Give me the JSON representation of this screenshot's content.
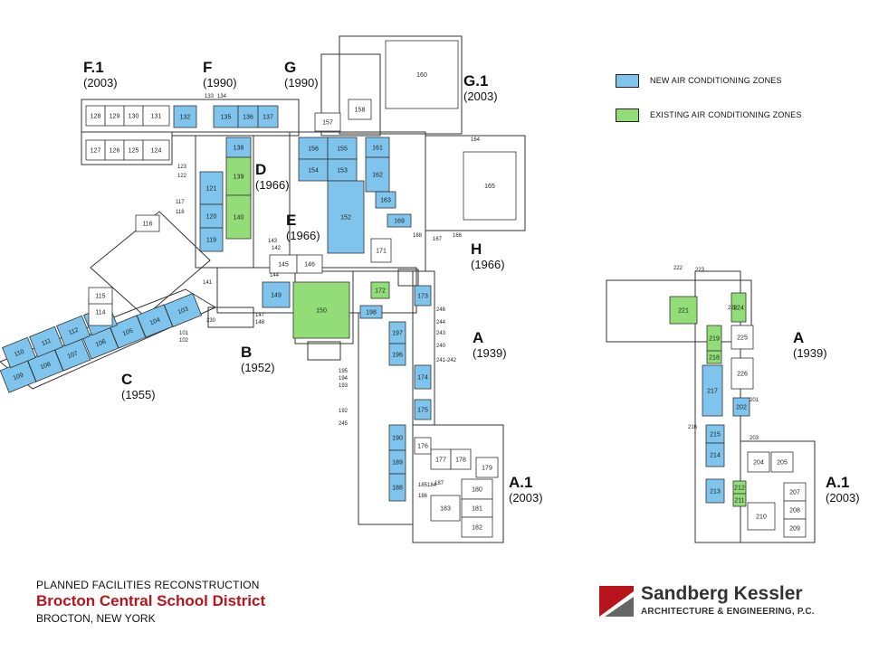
{
  "colors": {
    "new_zone": "#7fc4ec",
    "existing_zone": "#93dd78",
    "accent": "#b8141b"
  },
  "legend": {
    "new_label": "NEW AIR CONDITIONING ZONES",
    "existing_label": "EXISTING AIR CONDITIONING ZONES"
  },
  "wings": [
    {
      "letter": "F.1",
      "year": "(2003)"
    },
    {
      "letter": "F",
      "year": "(1990)"
    },
    {
      "letter": "G",
      "year": "(1990)"
    },
    {
      "letter": "G.1",
      "year": "(2003)"
    },
    {
      "letter": "D",
      "year": "(1966)"
    },
    {
      "letter": "E",
      "year": "(1966)"
    },
    {
      "letter": "H",
      "year": "(1966)"
    },
    {
      "letter": "A",
      "year": "(1939)"
    },
    {
      "letter": "B",
      "year": "(1952)"
    },
    {
      "letter": "C",
      "year": "(1955)"
    },
    {
      "letter": "A.1",
      "year": "(2003)"
    },
    {
      "letter": "A",
      "year": "(1939)"
    },
    {
      "letter": "A.1",
      "year": "(2003)"
    }
  ],
  "footer": {
    "line1": "PLANNED FACILITIES RECONSTRUCTION",
    "line2": "Brocton Central School District",
    "line3": "BROCTON, NEW YORK"
  },
  "logo": {
    "name": "Sandberg Kessler",
    "subtitle": "ARCHITECTURE & ENGINEERING, P.C."
  },
  "rooms": [
    {
      "label": "128",
      "zone": "none"
    },
    {
      "label": "129",
      "zone": "none"
    },
    {
      "label": "130",
      "zone": "none"
    },
    {
      "label": "131",
      "zone": "none"
    },
    {
      "label": "127",
      "zone": "none"
    },
    {
      "label": "126",
      "zone": "none"
    },
    {
      "label": "125",
      "zone": "none"
    },
    {
      "label": "124",
      "zone": "none"
    },
    {
      "label": "132",
      "zone": "new"
    },
    {
      "label": "135",
      "zone": "new"
    },
    {
      "label": "136",
      "zone": "new"
    },
    {
      "label": "137",
      "zone": "new"
    },
    {
      "label": "138",
      "zone": "new"
    },
    {
      "label": "139",
      "zone": "existing"
    },
    {
      "label": "140",
      "zone": "existing"
    },
    {
      "label": "121",
      "zone": "new"
    },
    {
      "label": "120",
      "zone": "new"
    },
    {
      "label": "119",
      "zone": "new"
    },
    {
      "label": "156",
      "zone": "new"
    },
    {
      "label": "155",
      "zone": "new"
    },
    {
      "label": "154",
      "zone": "new"
    },
    {
      "label": "153",
      "zone": "new"
    },
    {
      "label": "152",
      "zone": "new"
    },
    {
      "label": "161",
      "zone": "new"
    },
    {
      "label": "162",
      "zone": "new"
    },
    {
      "label": "163",
      "zone": "new"
    },
    {
      "label": "169",
      "zone": "new"
    },
    {
      "label": "165",
      "zone": "none"
    },
    {
      "label": "160",
      "zone": "none"
    },
    {
      "label": "157",
      "zone": "none"
    },
    {
      "label": "158",
      "zone": "none"
    },
    {
      "label": "145",
      "zone": "none"
    },
    {
      "label": "146",
      "zone": "none"
    },
    {
      "label": "149",
      "zone": "new"
    },
    {
      "label": "150",
      "zone": "existing"
    },
    {
      "label": "172",
      "zone": "existing"
    },
    {
      "label": "173",
      "zone": "new"
    },
    {
      "label": "198",
      "zone": "new"
    },
    {
      "label": "197",
      "zone": "new"
    },
    {
      "label": "196",
      "zone": "new"
    },
    {
      "label": "174",
      "zone": "new"
    },
    {
      "label": "175",
      "zone": "new"
    },
    {
      "label": "190",
      "zone": "new"
    },
    {
      "label": "189",
      "zone": "new"
    },
    {
      "label": "188",
      "zone": "new"
    },
    {
      "label": "177",
      "zone": "none"
    },
    {
      "label": "178",
      "zone": "none"
    },
    {
      "label": "179",
      "zone": "none"
    },
    {
      "label": "180",
      "zone": "none"
    },
    {
      "label": "181",
      "zone": "none"
    },
    {
      "label": "182",
      "zone": "none"
    },
    {
      "label": "183",
      "zone": "none"
    },
    {
      "label": "176",
      "zone": "none"
    },
    {
      "label": "171",
      "zone": "none"
    },
    {
      "label": "103",
      "zone": "new"
    },
    {
      "label": "104",
      "zone": "new"
    },
    {
      "label": "105",
      "zone": "new"
    },
    {
      "label": "106",
      "zone": "new"
    },
    {
      "label": "107",
      "zone": "new"
    },
    {
      "label": "108",
      "zone": "new"
    },
    {
      "label": "109",
      "zone": "new"
    },
    {
      "label": "110",
      "zone": "new"
    },
    {
      "label": "111",
      "zone": "new"
    },
    {
      "label": "112",
      "zone": "new"
    },
    {
      "label": "113",
      "zone": "new"
    },
    {
      "label": "114",
      "zone": "none"
    },
    {
      "label": "115",
      "zone": "none"
    },
    {
      "label": "116",
      "zone": "none"
    },
    {
      "label": "221",
      "zone": "existing"
    },
    {
      "label": "224",
      "zone": "existing"
    },
    {
      "label": "219",
      "zone": "existing"
    },
    {
      "label": "218",
      "zone": "existing"
    },
    {
      "label": "217",
      "zone": "new"
    },
    {
      "label": "215",
      "zone": "new"
    },
    {
      "label": "214",
      "zone": "new"
    },
    {
      "label": "213",
      "zone": "new"
    },
    {
      "label": "212",
      "zone": "existing"
    },
    {
      "label": "211",
      "zone": "existing"
    },
    {
      "label": "202",
      "zone": "new"
    },
    {
      "label": "226",
      "zone": "none"
    },
    {
      "label": "204",
      "zone": "none"
    },
    {
      "label": "205",
      "zone": "none"
    },
    {
      "label": "207",
      "zone": "none"
    },
    {
      "label": "208",
      "zone": "none"
    },
    {
      "label": "209",
      "zone": "none"
    },
    {
      "label": "210",
      "zone": "none"
    },
    {
      "label": "225",
      "zone": "none"
    }
  ],
  "tags": [
    "133",
    "134",
    "123",
    "122",
    "117",
    "118",
    "143",
    "142",
    "144",
    "141",
    "147",
    "148",
    "101",
    "102",
    "230",
    "187",
    "164",
    "168",
    "167",
    "166",
    "246",
    "244",
    "243",
    "240",
    "241-242",
    "195",
    "194",
    "193",
    "192",
    "245",
    "185",
    "184",
    "186",
    "223",
    "222",
    "220",
    "201",
    "203",
    "216"
  ]
}
